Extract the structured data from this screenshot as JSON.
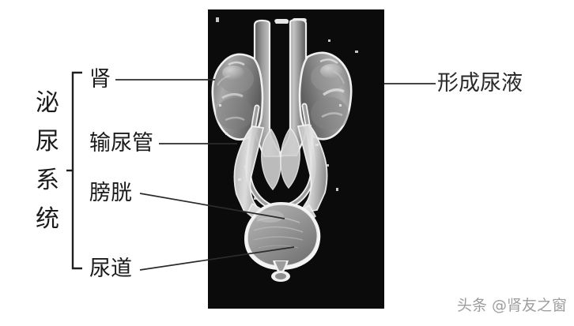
{
  "figure": {
    "group_label": "泌\n尿\n系\n统",
    "group_label_plain": "泌尿系统",
    "function_label": "形成尿液"
  },
  "parts": [
    {
      "id": "kidney",
      "label": "肾"
    },
    {
      "id": "ureter",
      "label": "输尿管"
    },
    {
      "id": "bladder",
      "label": "膀胱"
    },
    {
      "id": "urethra",
      "label": "尿道"
    }
  ],
  "watermark": {
    "text": "头条 @肾友之窗"
  },
  "colors": {
    "background": "#ffffff",
    "panel": "#0b0b0b",
    "text": "#1b1b1b",
    "leader_line": "#2b2b2b",
    "watermark": "#8d8d8d"
  }
}
